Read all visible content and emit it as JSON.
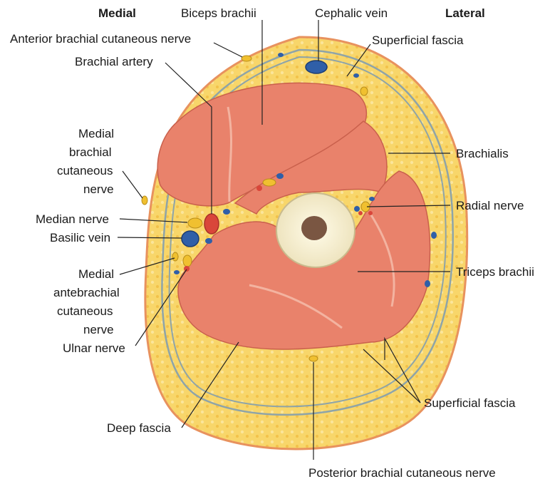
{
  "orientation": {
    "medial": "Medial",
    "lateral": "Lateral"
  },
  "labels": {
    "biceps_brachii": "Biceps brachii",
    "cephalic_vein": "Cephalic vein",
    "anterior_brachial_cutaneous_nerve": "Anterior brachial cutaneous nerve",
    "superficial_fascia_top": "Superficial fascia",
    "brachial_artery": "Brachial artery",
    "medial_brachial_cutaneous_nerve": [
      "Medial",
      "brachial",
      "cutaneous",
      "nerve"
    ],
    "brachialis": "Brachialis",
    "radial_nerve": "Radial nerve",
    "median_nerve": "Median nerve",
    "basilic_vein": "Basilic vein",
    "medial_antebrachial_cutaneous_nerve": [
      "Medial",
      "antebrachial",
      "cutaneous",
      "nerve"
    ],
    "triceps_brachii": "Triceps brachii",
    "ulnar_nerve": "Ulnar nerve",
    "superficial_fascia_bottom": "Superficial fascia",
    "deep_fascia": "Deep fascia",
    "posterior_brachial_cutaneous_nerve": "Posterior brachial cutaneous nerve"
  },
  "colors": {
    "fat": "#f8d66a",
    "fat_dots": "#f2c24a",
    "skin_edge": "#e8925e",
    "fascia": "#8ea4a8",
    "muscle": "#e9826b",
    "muscle_line": "#f3b3a0",
    "bone": "#f6f0d8",
    "marrow": "#7a5642",
    "vein": "#2f5fa8",
    "artery": "#d9463a",
    "nerve": "#f0c030"
  }
}
